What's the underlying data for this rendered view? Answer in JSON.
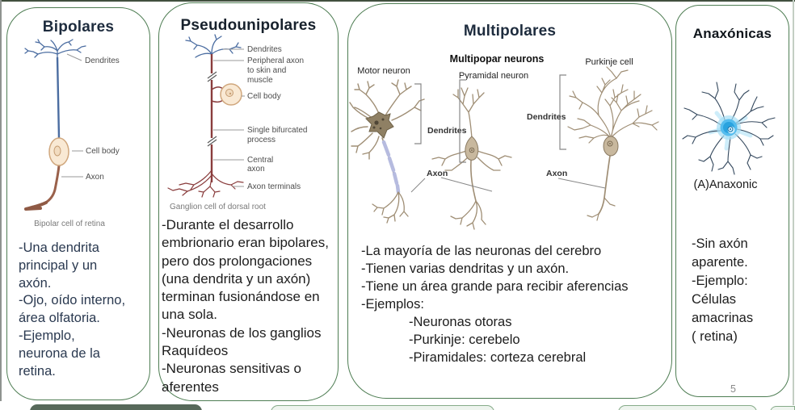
{
  "page": {
    "number": "5"
  },
  "colors": {
    "panel_border_green": "#4e7d53",
    "title_navy": "#1e2c3e",
    "body_navy": "#2a3950",
    "body_black": "#1d1d1d",
    "dendrite_blue": "#4b6da1",
    "axon_maroon": "#8a3d3d",
    "soma_cream": "#f9e9d4",
    "neuron_tan": "#9f8e75",
    "myelin_lavender": "#b6bbdf",
    "anaxonic_blue": "#3fb3ea",
    "label_gray": "#4d4d4d"
  },
  "panels": {
    "bipolares": {
      "title": "Bipolares",
      "diagram": {
        "dendrites": "Dendrites",
        "cell_body": "Cell body",
        "axon": "Axon",
        "caption": "Bipolar cell of retina"
      },
      "body_lines": [
        "-Una dendrita",
        "principal y un",
        "axón.",
        "-Ojo, oído interno,",
        "área olfatoria.",
        "-Ejemplo,",
        "neurona de la",
        "retina."
      ]
    },
    "pseudounipolares": {
      "title": "Pseudounipolares",
      "diagram": {
        "dendrites": "Dendrites",
        "peripheral_1": "Peripheral axon",
        "peripheral_2": "to skin and",
        "peripheral_3": "muscle",
        "cell_body": "Cell body",
        "single_1": "Single bifurcated",
        "single_2": "process",
        "central_1": "Central",
        "central_2": "axon",
        "terminals": "Axon terminals",
        "caption": "Ganglion cell of dorsal root"
      },
      "body_lines": [
        "-Durante el desarrollo",
        "embrionario eran bipolares,",
        "pero dos prolongaciones",
        "(una dendrita y un axón)",
        "terminan fusionándose en",
        "una sola.",
        "-Neuronas de los ganglios",
        "Raquídeos",
        "-Neuronas sensitivas o",
        "aferentes"
      ]
    },
    "multipolares": {
      "title": "Multipolares",
      "diagram": {
        "subtitle": "Multipopar neurons",
        "motor": "Motor neuron",
        "pyramidal": "Pyramidal neuron",
        "purkinje": "Purkinje cell",
        "dendrites_left": "Dendrites",
        "dendrites_right": "Dendrites",
        "axon_left": "Axon",
        "axon_right": "Axon"
      },
      "body_lines": [
        "-La mayoría de las neuronas del cerebro",
        "-Tienen varias dendritas y un axón.",
        "-Tiene un área grande para recibir aferencias",
        "-Ejemplos:"
      ],
      "example_lines": [
        "-Neuronas otoras",
        "-Purkinje: cerebelo",
        "-Piramidales: corteza cerebral"
      ]
    },
    "anaxonicas": {
      "title": "Anaxónicas",
      "diagram": {
        "caption": "(A)Anaxonic"
      },
      "body_lines": [
        "-Sin axón",
        "aparente.",
        "-Ejemplo:",
        "Células",
        "amacrinas",
        "( retina)"
      ]
    }
  }
}
